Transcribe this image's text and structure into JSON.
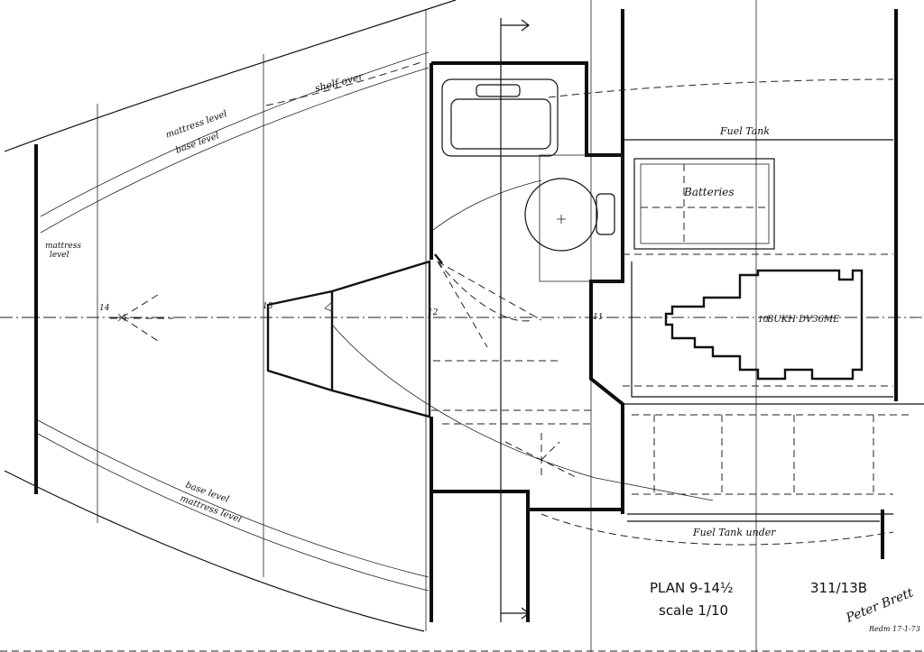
{
  "labels": {
    "mattress_level_top": "mattress level",
    "base_level_top": "base level",
    "shelf_over": "shelf over",
    "mattress_level_left": "mattress",
    "mattress_level_left_2": "level",
    "base_level_bottom": "base level",
    "mattress_level_bottom": "mattress level",
    "fuel_tank": "Fuel Tank",
    "batteries": "Batteries",
    "engine": "BUKH DV36ME",
    "fuel_tank_under": "Fuel Tank under"
  },
  "stations": {
    "s14": "14",
    "s13": "13",
    "s12": "12",
    "s11": "11",
    "s10": "10"
  },
  "title_block": {
    "plan": "PLAN 9-14½",
    "scale": "scale 1/10",
    "drawing_number": "311/13B",
    "signature": "Peter Brett",
    "signature_date": "Redm 17-1-73"
  }
}
